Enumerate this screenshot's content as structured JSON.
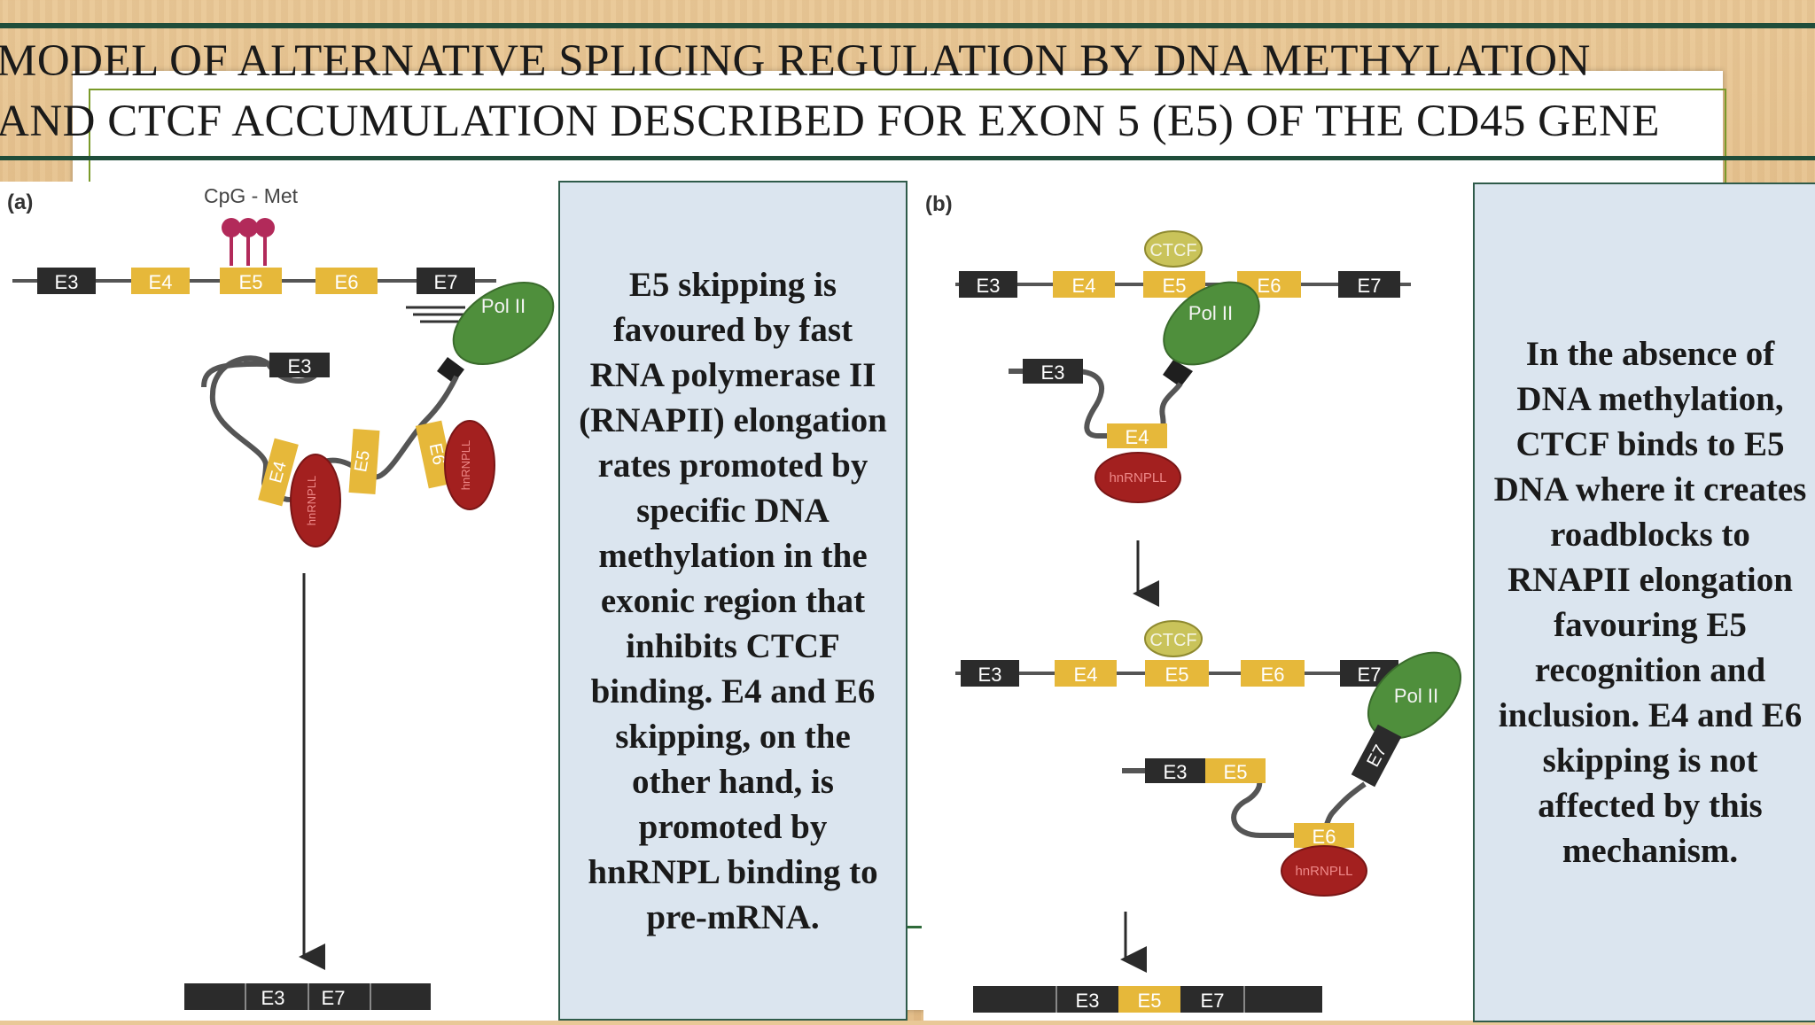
{
  "slide": {
    "title_line1": "MODEL OF ALTERNATIVE SPLICING REGULATION BY DNA METHYLATION",
    "title_line2": "AND CTCF ACCUMULATION DESCRIBED FOR EXON 5 (E5) OF THE CD45 GENE"
  },
  "panel_a": {
    "label": "(a)",
    "cpg_label": "CpG - Met",
    "gene_exons": [
      "E3",
      "E4",
      "E5",
      "E6",
      "E7"
    ],
    "pol_label": "Pol II",
    "transcript_start": "E3",
    "loop_exons": [
      "E4",
      "E5",
      "E6"
    ],
    "hnrnpl": "hnRNPLL",
    "product": [
      "E3",
      "E7"
    ]
  },
  "panel_b": {
    "label": "(b)",
    "ctcf_label": "CTCF",
    "top_exons": [
      "E3",
      "E4",
      "E5",
      "E6",
      "E7"
    ],
    "pol_label": "Pol II",
    "top_transcript_start": "E3",
    "top_loop_exon": "E4",
    "hnrnpl": "hnRNPLL",
    "bottom_exons": [
      "E3",
      "E4",
      "E5",
      "E6",
      "E7"
    ],
    "bottom_transcript": [
      "E3",
      "E5"
    ],
    "bottom_loop_exon": "E6",
    "bottom_pol_exon": "E7",
    "product": [
      "E3",
      "E5",
      "E7"
    ]
  },
  "caption_a": "E5 skipping is favoured by fast RNA polymerase II (RNAPII) elongation rates promoted by specific DNA methylation in the exonic region that inhibits CTCF binding. E4 and E6 skipping, on the other hand, is promoted by hnRNPL binding to pre-mRNA.",
  "caption_b": "In the absence of DNA methylation, CTCF binds to E5 DNA where it creates roadblocks to RNAPII elongation favouring E5 recognition and inclusion. E4 and E6 skipping is not affected by this mechanism.",
  "colors": {
    "exon_dark": "#2b2b2b",
    "exon_yellow": "#e6b83a",
    "pol_green": "#4f8f3c",
    "hnrnp_red": "#a3201f",
    "ctcf_olive": "#c9c35a",
    "methyl_magenta": "#b22a5a",
    "accent_green": "#1f4d3a"
  }
}
